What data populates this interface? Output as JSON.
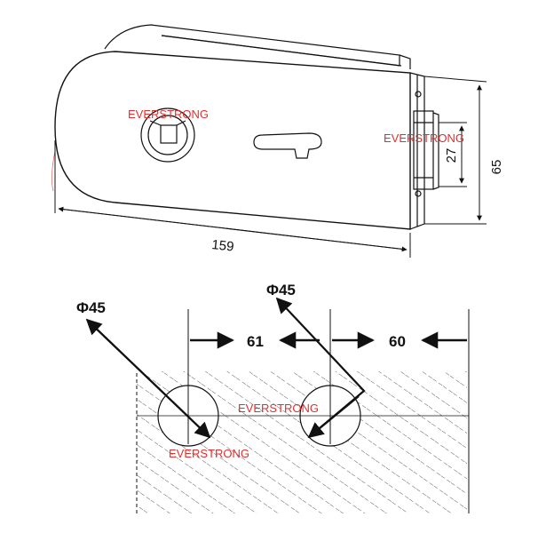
{
  "top_view": {
    "width_label": "159",
    "height_label": "65",
    "strike_label": "27"
  },
  "cutout_view": {
    "left_hole_label": "Φ45",
    "right_hole_label": "Φ45",
    "spacing_left_label": "61",
    "spacing_right_label": "60"
  },
  "watermarks": [
    "EVERSTRONG",
    "EVERSTRONG",
    "EVERSTRONG",
    "EVERSTRONG"
  ],
  "colors": {
    "line": "#111111",
    "watermark": "#e03030",
    "background": "#ffffff"
  }
}
